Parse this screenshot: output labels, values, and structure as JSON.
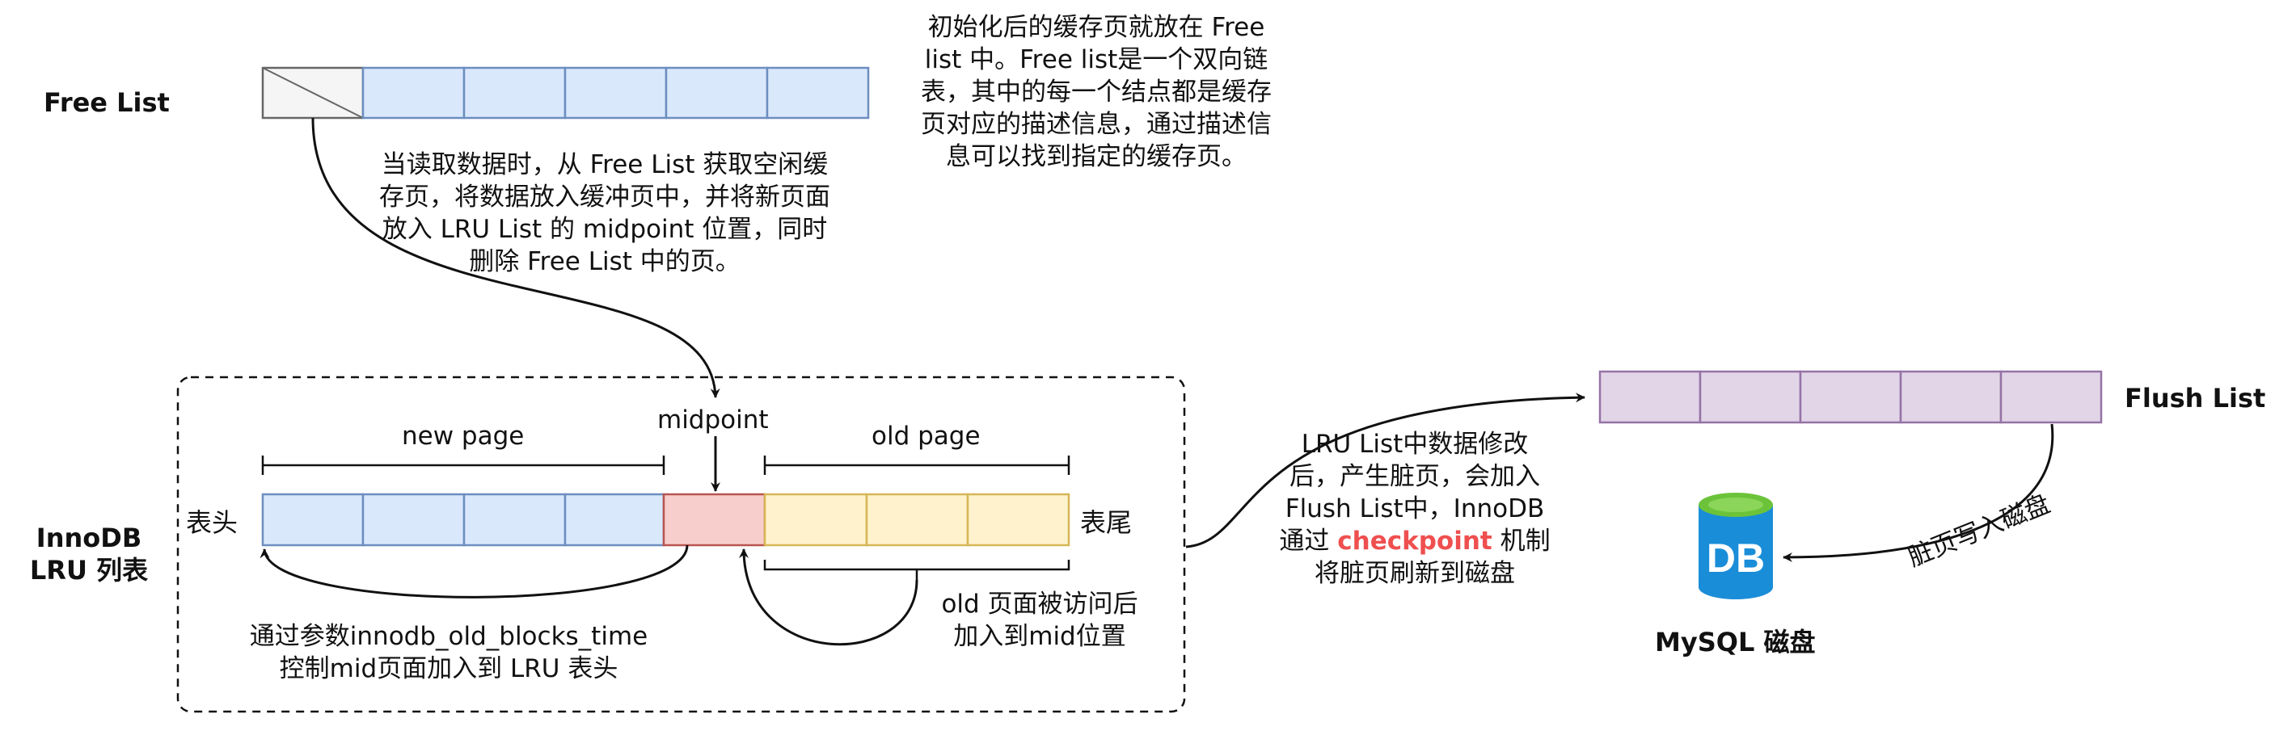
{
  "labels": {
    "free_list": "Free List",
    "flush_list": "Flush List",
    "innodb_lru": [
      "InnoDB",
      "LRU 列表"
    ],
    "head": "表头",
    "tail": "表尾",
    "new_page": "new page",
    "old_page": "old page",
    "midpoint": "midpoint",
    "mysql_disk": "MySQL 磁盘",
    "db_icon_text": "DB",
    "write_disk": "脏页写入磁盘"
  },
  "notes": {
    "free_list_desc": [
      "初始化后的缓存页就放在 Free",
      "list 中。Free list是一个双向链",
      "表，其中的每一个结点都是缓存",
      "页对应的描述信息，通过描述信",
      "息可以找到指定的缓存页。"
    ],
    "read_flow": [
      "当读取数据时，从 Free List 获取空闲缓",
      "存页，将数据放入缓冲页中，并将新页面",
      "放入 LRU List 的 midpoint 位置，同时",
      "删除 Free List 中的页。"
    ],
    "old_blocks": [
      "通过参数innodb_old_blocks_time",
      "控制mid页面加入到 LRU 表头"
    ],
    "old_visit": [
      "old 页面被访问后",
      "加入到mid位置"
    ],
    "flush_line1": "LRU List中数据修改",
    "flush_line2": "后，产生脏页，会加入",
    "flush_line3": "Flush List中，InnoDB",
    "flush_line4_pre": "通过 ",
    "flush_line4_hl": "checkpoint",
    "flush_line4_post": " 机制",
    "flush_line5": "将脏页刷新到磁盘"
  },
  "colors": {
    "free_cell_fill": "#dae8fc",
    "free_cell_stroke": "#6c8ebf",
    "empty_cell_fill": "#f5f5f5",
    "mid_fill": "#f8cecc",
    "mid_stroke": "#b85450",
    "old_fill": "#fff2cc",
    "old_stroke": "#d6b656",
    "flush_fill": "#e1d5e7",
    "flush_stroke": "#9673a6",
    "highlight": "#ef4f4f",
    "db_blue": "#1a8dd8",
    "db_green": "#6cc33a"
  },
  "icons": [
    "database-icon"
  ]
}
